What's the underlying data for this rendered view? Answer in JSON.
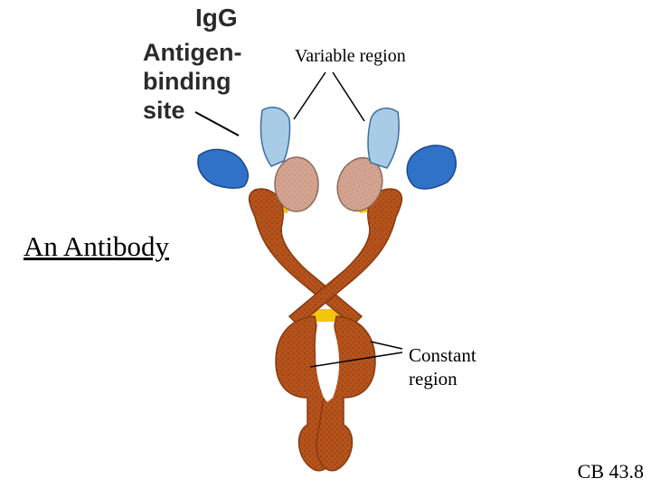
{
  "diagram": {
    "molecule_label": "IgG",
    "antigen_site_label": [
      "Antigen-",
      "binding",
      "site"
    ],
    "variable_region_label": "Variable region",
    "title": "An Antibody",
    "constant_region_label": [
      "Constant",
      "region"
    ],
    "figure_reference": "CB 43.8"
  },
  "colors": {
    "heavy_chain": "#b5531c",
    "heavy_chain_dark": "#8a3a10",
    "light_chain_constant": "#d4a490",
    "variable_light": "#a8cce6",
    "variable_heavy": "#2f72c8",
    "hinge": "#f2c60a"
  }
}
